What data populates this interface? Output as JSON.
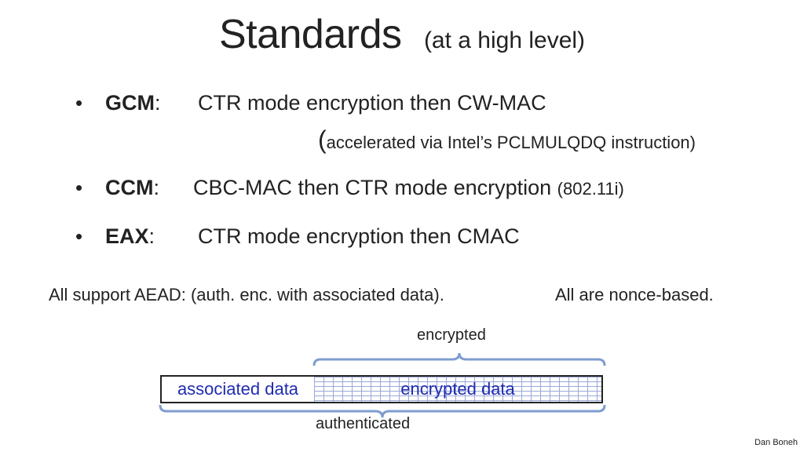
{
  "title": {
    "main": "Standards",
    "sub": "(at a high level)"
  },
  "bullets": [
    {
      "marker": "•",
      "term": "GCM",
      "sep": ":",
      "description": "CTR mode encryption  then   CW-MAC",
      "note_open": "(",
      "note": "accelerated via Intel’s PCLMULQDQ instruction)"
    },
    {
      "marker": "•",
      "term": "CCM",
      "sep": ":",
      "description": "CBC-MAC   then   CTR mode encryption",
      "suffix": "(802.11i)"
    },
    {
      "marker": "•",
      "term": "EAX",
      "sep": ":",
      "description": "CTR mode encryption  then  CMAC"
    }
  ],
  "aead_statement": "All support AEAD:  (auth. enc. with associated data).",
  "nonce_statement": "All are nonce-based.",
  "diagram": {
    "top_label": "encrypted",
    "associated_label": "associated data",
    "encrypted_label": "encrypted data",
    "bottom_label": "authenticated"
  },
  "credit": "Dan Boneh",
  "colors": {
    "text": "#222222",
    "diagram_text": "#1f2bb0",
    "brace": "#7f9ccf",
    "hatch": "#9aa8d8"
  }
}
